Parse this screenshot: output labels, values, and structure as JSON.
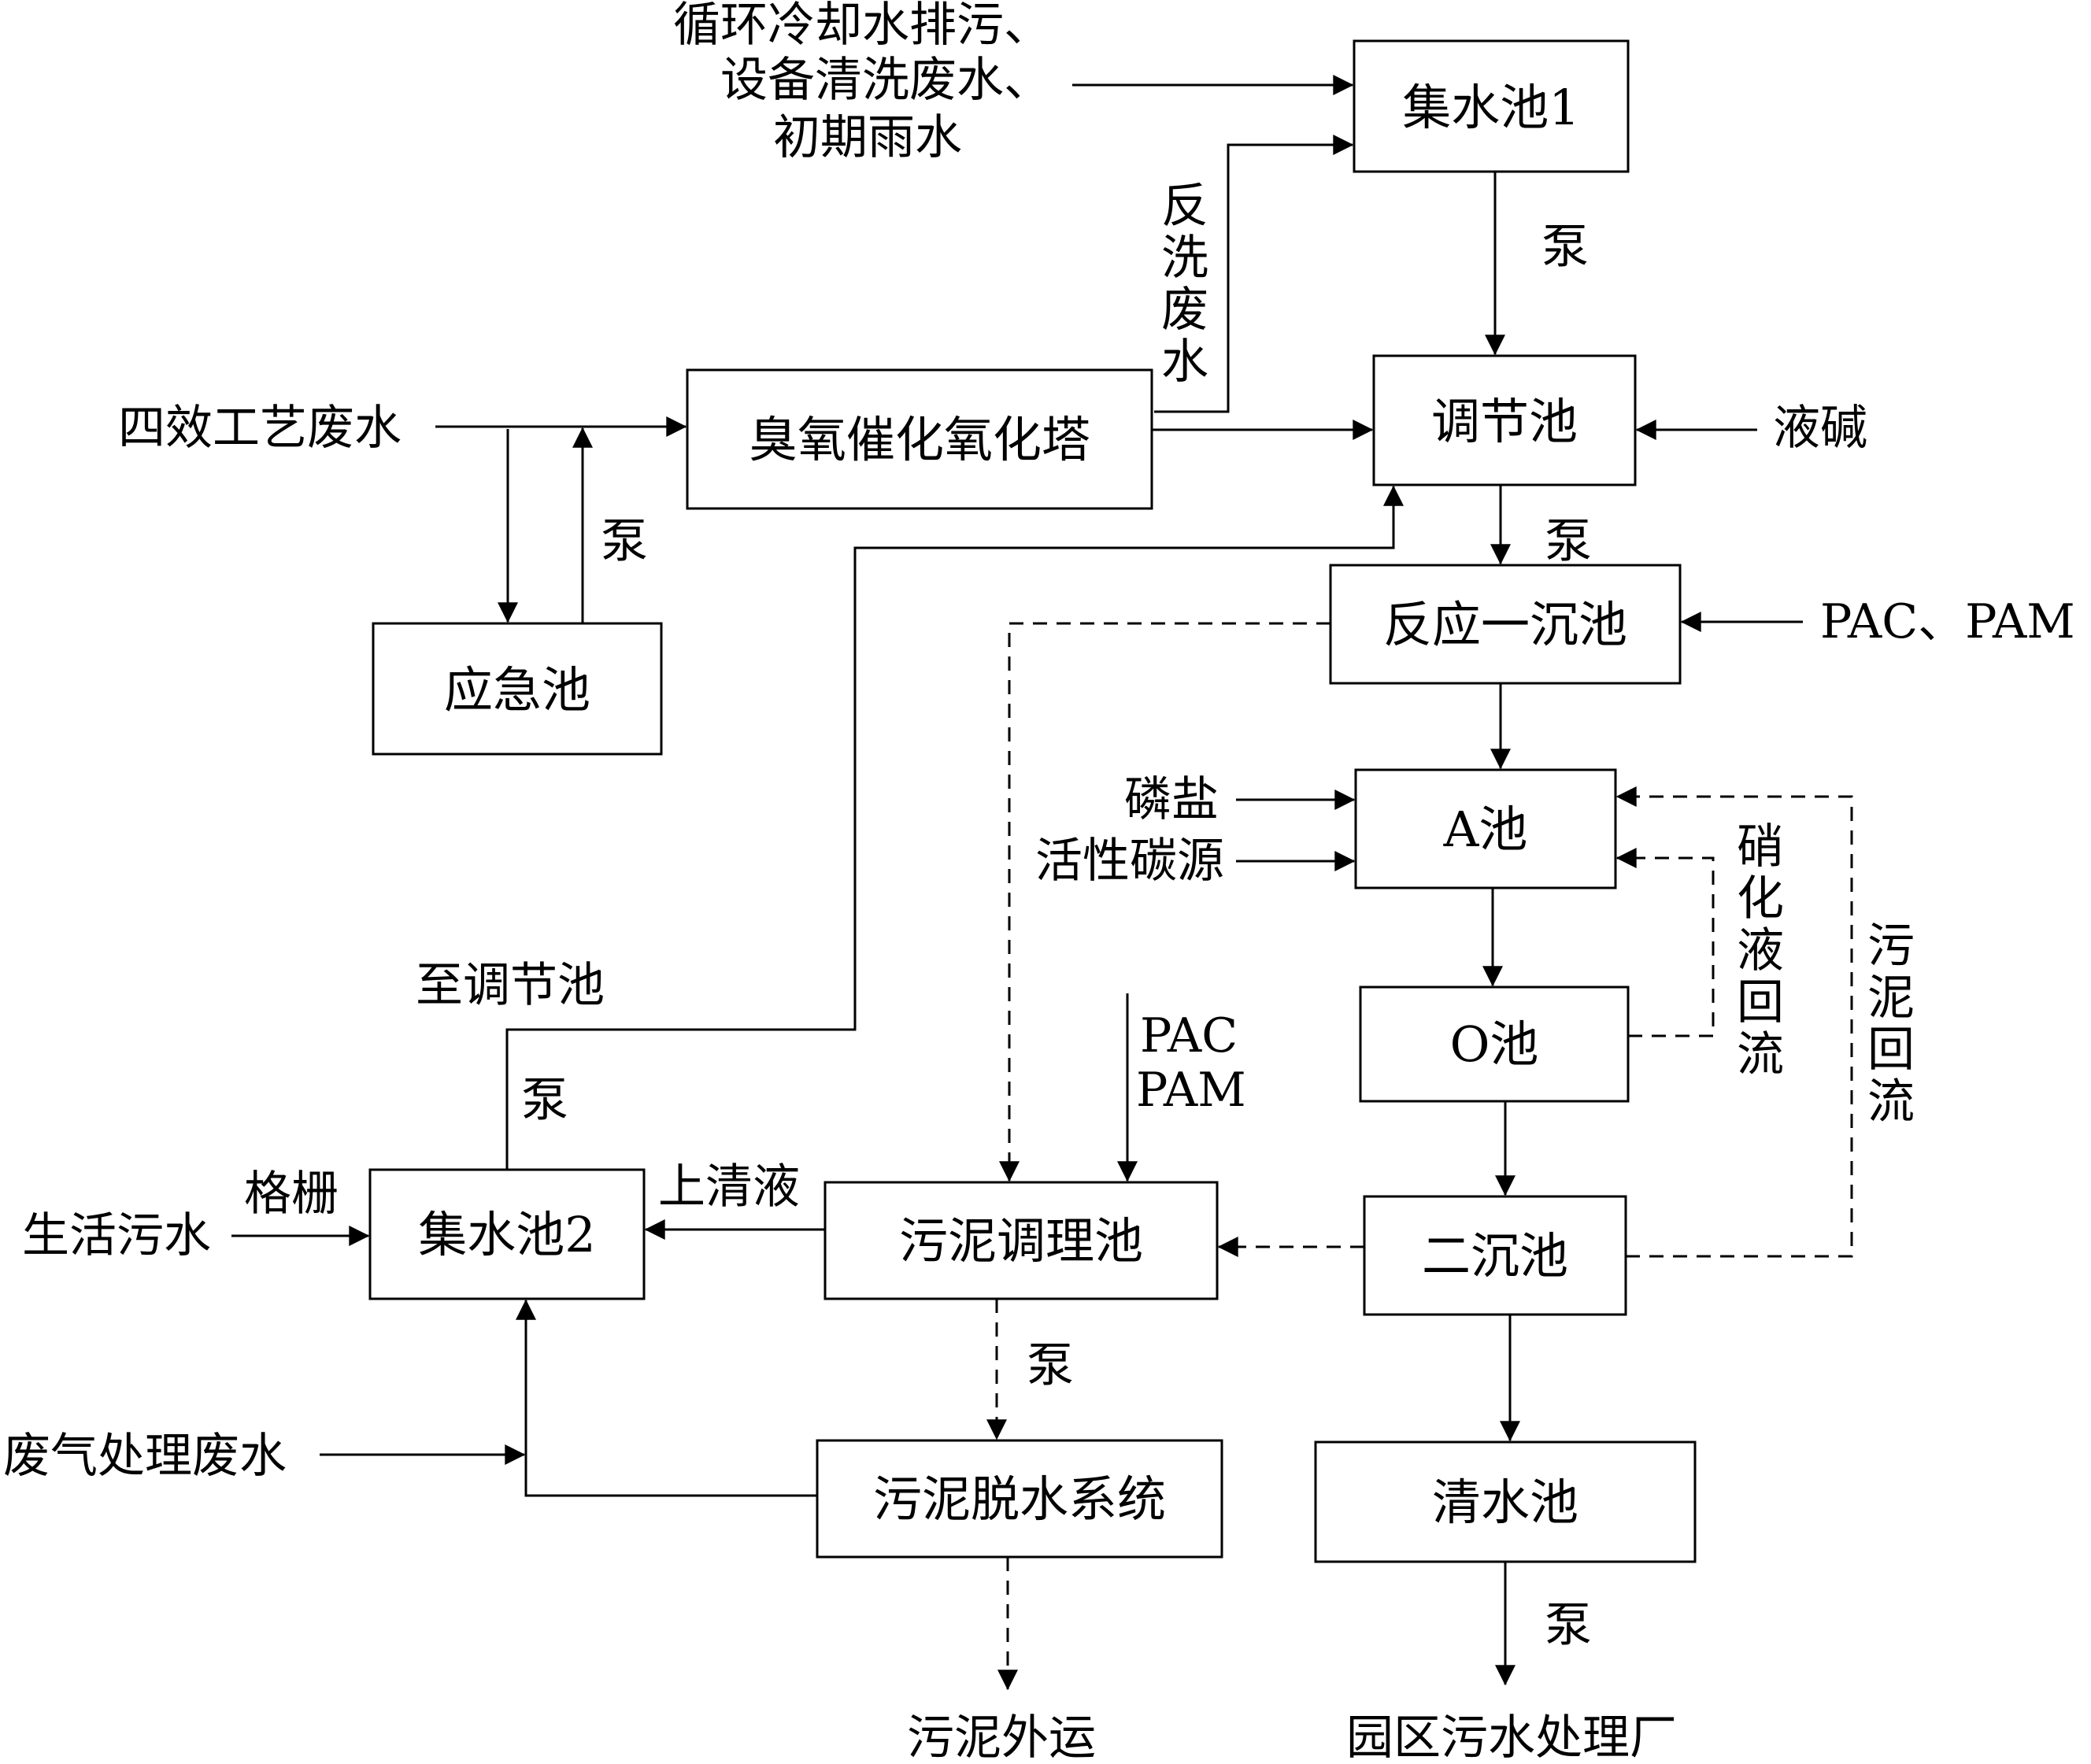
{
  "boxes": {
    "collect1": "集水池1",
    "regulate": "调节池",
    "ozone": "臭氧催化氧化塔",
    "emergency": "应急池",
    "react": "反应一沉池",
    "a_tank": "A池",
    "o_tank": "O池",
    "second": "二沉池",
    "clear": "清水池",
    "sludge_cond": "污泥调理池",
    "collect2": "集水池2",
    "dewater": "污泥脱水系统"
  },
  "inputs": {
    "cooling_line1": "循环冷却水排污、",
    "cooling_line2": "设备清洗废水、",
    "cooling_line3": "初期雨水",
    "backwash": [
      "反",
      "洗",
      "废",
      "水"
    ],
    "four_effect": "四效工艺废水",
    "alkali": "液碱",
    "pac_pam_react": "PAC、PAM",
    "phosphate": "磷盐",
    "carbon": "活性碳源",
    "pac_sludge": "PAC",
    "pam_sludge": "PAM",
    "domestic": "生活污水",
    "grille": "格栅",
    "waste_gas": "废气处理废水"
  },
  "labels": {
    "pump": "泵",
    "to_regulate": "至调节池",
    "supernatant": "上清液",
    "nitrate_return": [
      "硝",
      "化",
      "液",
      "回",
      "流"
    ],
    "sludge_return": [
      "污",
      "泥",
      "回",
      "流"
    ]
  },
  "outputs": {
    "sludge_out": "污泥外运",
    "park_plant": "园区污水处理厂"
  }
}
